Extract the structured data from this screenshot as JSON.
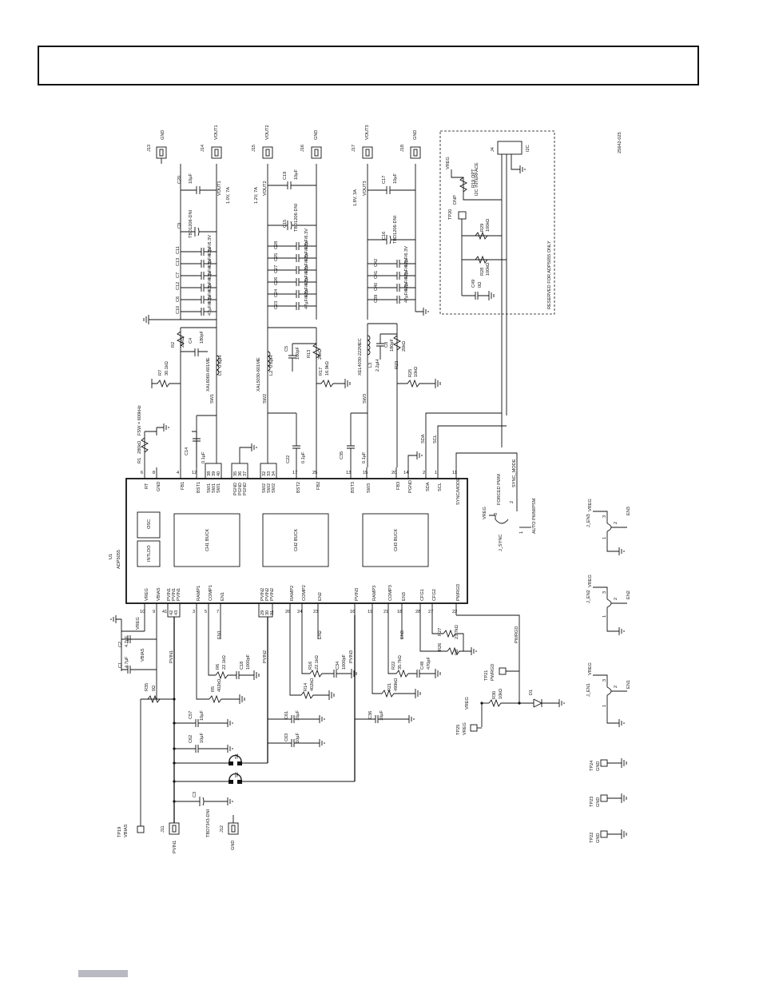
{
  "doc": {
    "figure_code": "25642-025"
  },
  "chip": {
    "ref": "U1",
    "part": "ADP5055",
    "blocks": [
      "OSC",
      "INTLDO",
      "CH1 BUCK",
      "CH2 BUCK",
      "CH3 BUCK"
    ],
    "top_pins": [
      {
        "n": "6",
        "name": "RT"
      },
      {
        "n": "8",
        "name": "GND"
      },
      {
        "n": "4",
        "name": "FB1"
      },
      {
        "n": "12",
        "name": "BST1"
      },
      {
        "n": "38",
        "name": "SW1"
      },
      {
        "n": "39",
        "name": "SW1"
      },
      {
        "n": "40",
        "name": "SW1"
      },
      {
        "n": "35",
        "name": "PGND"
      },
      {
        "n": "36",
        "name": "PGND"
      },
      {
        "n": "37",
        "name": "PGND"
      },
      {
        "n": "32",
        "name": "SW2"
      },
      {
        "n": "33",
        "name": "SW2"
      },
      {
        "n": "34",
        "name": "SW2"
      },
      {
        "n": "17",
        "name": "BST2"
      },
      {
        "n": "25",
        "name": "FB2"
      },
      {
        "n": "13",
        "name": "BST3"
      },
      {
        "n": "15",
        "name": "SW3"
      },
      {
        "n": "20",
        "name": "FB3"
      },
      {
        "n": "14",
        "name": "PGND"
      },
      {
        "n": "2",
        "name": "SDA"
      },
      {
        "n": "1",
        "name": "SCL"
      },
      {
        "n": "11",
        "name": "SYNC/MODE"
      }
    ],
    "bottom_pins": [
      {
        "n": "10",
        "name": "VREG"
      },
      {
        "n": "9",
        "name": "VBIAS"
      },
      {
        "n": "41",
        "name": "PVIN1"
      },
      {
        "n": "42",
        "name": "PVIN1"
      },
      {
        "n": "43",
        "name": "PVIN1"
      },
      {
        "n": "3",
        "name": "RAMP1"
      },
      {
        "n": "5",
        "name": "COMP1"
      },
      {
        "n": "7",
        "name": "EN1"
      },
      {
        "n": "29",
        "name": "PVIN2"
      },
      {
        "n": "30",
        "name": "PVIN2"
      },
      {
        "n": "31",
        "name": "PVIN2"
      },
      {
        "n": "26",
        "name": "RAMP2"
      },
      {
        "n": "24",
        "name": "COMP2"
      },
      {
        "n": "23",
        "name": "EN2"
      },
      {
        "n": "16",
        "name": "PVIN3"
      },
      {
        "n": "19",
        "name": "RAMP3"
      },
      {
        "n": "21",
        "name": "COMP3"
      },
      {
        "n": "18",
        "name": "EN3"
      },
      {
        "n": "28",
        "name": "CFG1"
      },
      {
        "n": "27",
        "name": "CFG2"
      },
      {
        "n": "22",
        "name": "PWRGD"
      }
    ]
  },
  "out1": {
    "jack": "J13",
    "jack_net": "GND",
    "vjack": "J14",
    "vjack_net": "VOUT1",
    "net": "VOUT1",
    "spec": "1.0V, 7A",
    "cin": "C20",
    "cin_val": "10µF",
    "bulk": "C9",
    "bulk_val": "TBD1206-DNI",
    "caps": [
      "C11",
      "C13",
      "C7",
      "C12",
      "C6",
      "C10"
    ],
    "cap_val": "47µF/6.3V",
    "r2": "R2",
    "r2_val": "20kΩ",
    "c4": "C4",
    "c4_val": "180pF",
    "r7": "R7",
    "r7_val": "30.1kΩ",
    "inductor": "L1",
    "l_val": "0.6µH",
    "l_part": "XAL6060-601ME",
    "sw": "SW1",
    "r1": "R1",
    "r1_val": "280kΩ",
    "fsw": "FSW = 600kHz",
    "c14": "C14",
    "c14_val": "0.1µF"
  },
  "out2": {
    "vjack": "J15",
    "vjack_net": "VOUT2",
    "jack": "J16",
    "jack_net": "GND",
    "net": "VOUT2",
    "spec": "1.2V, 7A",
    "cin": "C19",
    "cin_val": "10µF",
    "bulk": "C15",
    "bulk_val": "TBD1206-DNI",
    "caps": [
      "C28",
      "C25",
      "C27",
      "C26",
      "C24",
      "C23"
    ],
    "cap_val": "47µF/6.3V",
    "inductor": "L2",
    "l_val": "0.6µH",
    "l_part": "XAL5030-601ME",
    "c5": "C5",
    "c5_val": "180pF",
    "r13": "R13",
    "r13_val": "20kΩ",
    "r17": "R17",
    "r17_val": "16.9kΩ",
    "sw": "SW2",
    "c22": "C22",
    "c22_val": "0.1µF"
  },
  "out3": {
    "vjack": "J17",
    "vjack_net": "VOUT3",
    "jack": "J18",
    "jack_net": "GND",
    "net": "VOUT3",
    "spec": "1.8V, 3A",
    "cin": "C17",
    "cin_val": "10µF",
    "bulk": "C16",
    "bulk_val": "TBD1206-DNI",
    "caps": [
      "C42",
      "C41",
      "C40",
      "C39"
    ],
    "cap_val": "47µF/6.3V",
    "inductor": "L3",
    "l_val": "2.2µH",
    "l_part": "XEL4030-222MEC",
    "c8": "C8",
    "c8_val": "180pF",
    "r23": "R23",
    "r23_val": "20kΩ",
    "r25": "R25",
    "r25_val": "10kΩ",
    "sw": "SW3",
    "c35": "C35",
    "c35_val": "0.1µF"
  },
  "i2c": {
    "ref": "J4",
    "name": "I2C",
    "title": "I2C INTERFACE",
    "note": "RESERVED FOR ADP5055 ONLY",
    "vreg": "VREG",
    "r19": "R19",
    "r19_val": "OPT",
    "tp": "TP20",
    "tp_val": "DNP",
    "r29": "R29",
    "r29_val": "100kΩ",
    "r28": "R28",
    "r28_val": "100kΩ",
    "c49": "C49",
    "c49_val": "0Ω",
    "sda": "SDA",
    "scl": "SCL"
  },
  "input": {
    "c2": "C2",
    "c2_val": "4.7µF",
    "c1": "C1",
    "c1_val": "4.7µF",
    "vreg": "VREG",
    "vbias": "VBIAS",
    "r35": "R35",
    "r35_val": "0Ω",
    "tp19": "TP19",
    "tp19_net": "VBIAS",
    "c57": "C57",
    "c57_val": "10µF",
    "c62": "C62",
    "c62_val": "10µF",
    "c61": "C61",
    "c61_val": "10µF",
    "c63": "C63",
    "c63_val": "10µF",
    "c36": "C36",
    "c36_val": "10µF",
    "c3": "C3",
    "c3_val": "TBD7343-DNI",
    "j11": "J11",
    "j11_net": "PVIN1",
    "j12": "J12",
    "j12_net": "GND",
    "s1": "S1",
    "s2": "S2",
    "pvin1": "PVIN1",
    "pvin2": "PVIN2",
    "pvin3": "PVIN3"
  },
  "comp": {
    "r6": "R6",
    "r6_val": "22.1kΩ",
    "c18": "C18",
    "c18_val": "1000pF",
    "r5": "R5",
    "r5_val": "402kΩ",
    "r16": "R16",
    "r16_val": "22.1kΩ",
    "c34": "C34",
    "c34_val": "1000pF",
    "r14": "R14",
    "r14_val": "402kΩ",
    "r22": "R22",
    "r22_val": "35.7kΩ",
    "c48": "C48",
    "c48_val": "470pF",
    "r21": "R21",
    "r21_val": "499kΩ",
    "en1": "EN1",
    "en2": "EN2",
    "en3": "EN3"
  },
  "cfg": {
    "r27": "R27",
    "r27_val": "23.7kΩ",
    "r26": "R26",
    "r26_val": "0Ω",
    "pwrgd": "PWRGD",
    "tp21": "TP21",
    "tp21_net": "PWRGD",
    "r30": "R30",
    "r30_val": "10kΩ",
    "d1": "D1",
    "tp25": "TP25",
    "tp25_net": "VREG",
    "vreg": "VREG"
  },
  "sync": {
    "vreg": "VREG",
    "forced": "FORCED PWM",
    "jsync": "J_SYNC",
    "sync_mode": "SYNC_MODE",
    "auto": "AUTO PWM/PSM",
    "p1": "1",
    "p2": "2",
    "p3": "3"
  },
  "jumpers": [
    {
      "ref": "J_EN3",
      "net": "EN3",
      "vreg": "VREG"
    },
    {
      "ref": "J_EN2",
      "net": "EN2",
      "vreg": "VREG"
    },
    {
      "ref": "J_EN1",
      "net": "EN1",
      "vreg": "VREG"
    }
  ],
  "testpoints": [
    {
      "ref": "TP24",
      "net": "GND"
    },
    {
      "ref": "TP23",
      "net": "GND"
    },
    {
      "ref": "TP22",
      "net": "GND"
    }
  ]
}
